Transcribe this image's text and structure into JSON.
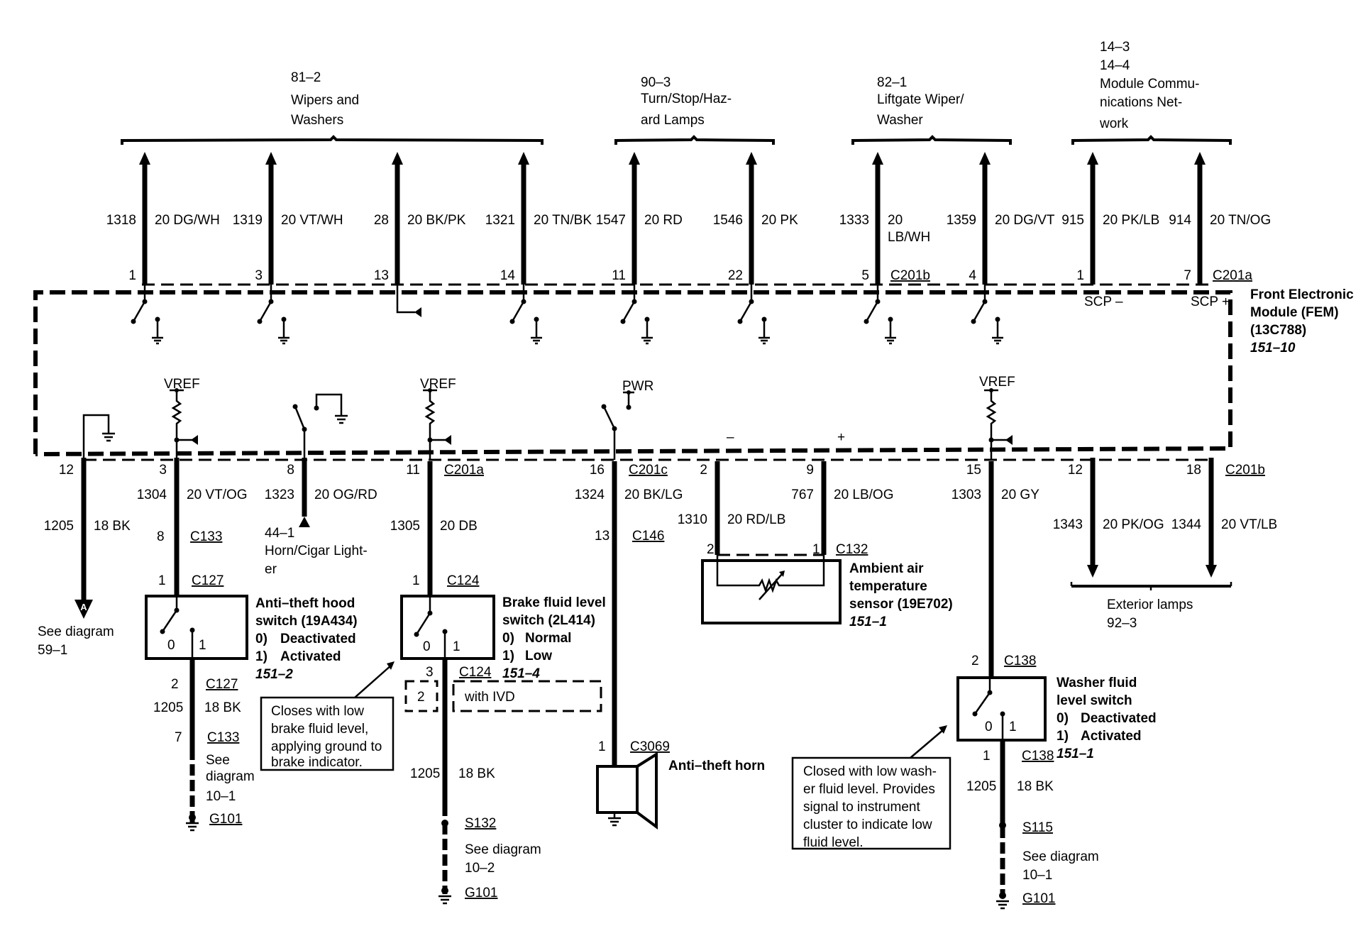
{
  "module": {
    "name_lines": [
      "Front Electronic",
      "Module (FEM)",
      "(13C788)"
    ],
    "ref": "151–10",
    "scp_minus": "SCP –",
    "scp_plus": "SCP +"
  },
  "top_groups": [
    {
      "id": "g1",
      "lines": [
        "81–2",
        "Wipers and",
        "Washers"
      ]
    },
    {
      "id": "g2",
      "lines": [
        "90–3",
        "Turn/Stop/Haz-",
        "ard Lamps"
      ]
    },
    {
      "id": "g3",
      "lines": [
        "82–1",
        "Liftgate Wiper/",
        "Washer"
      ]
    },
    {
      "id": "g4",
      "lines": [
        "14–3",
        "14–4",
        "Module Commu-",
        "nications Net-",
        "work"
      ]
    }
  ],
  "top_wires": [
    {
      "pin": "1",
      "circuit": "1318",
      "gauge_color": "20 DG/WH",
      "connector": ""
    },
    {
      "pin": "3",
      "circuit": "1319",
      "gauge_color": "20 VT/WH",
      "connector": ""
    },
    {
      "pin": "13",
      "circuit": "28",
      "gauge_color": "20 BK/PK",
      "connector": ""
    },
    {
      "pin": "14",
      "circuit": "1321",
      "gauge_color": "20 TN/BK",
      "connector": ""
    },
    {
      "pin": "11",
      "circuit": "1547",
      "gauge_color": "20 RD",
      "connector": ""
    },
    {
      "pin": "22",
      "circuit": "1546",
      "gauge_color": "20 PK",
      "connector": ""
    },
    {
      "pin": "5",
      "circuit": "1333",
      "gauge_color": "20",
      "gauge_color_2": "LB/WH",
      "connector": "C201b"
    },
    {
      "pin": "4",
      "circuit": "1359",
      "gauge_color": "20 DG/VT",
      "connector": ""
    },
    {
      "pin": "1",
      "circuit": "915",
      "gauge_color": "20 PK/LB",
      "connector": ""
    },
    {
      "pin": "7",
      "circuit": "914",
      "gauge_color": "20 TN/OG",
      "connector": "C201a"
    }
  ],
  "internal_labels": {
    "vref": "VREF",
    "pwr": "PWR",
    "minus": "–",
    "plus": "+"
  },
  "bottom_wires": [
    {
      "id": "w12",
      "pin": "12",
      "circuit": "1205",
      "gauge_color": "18 BK",
      "connector": ""
    },
    {
      "id": "w3",
      "pin": "3",
      "circuit": "1304",
      "gauge_color": "20 VT/OG",
      "connector": ""
    },
    {
      "id": "w8",
      "pin": "8",
      "circuit": "1323",
      "gauge_color": "20 OG/RD",
      "connector": ""
    },
    {
      "id": "w11",
      "pin": "11",
      "circuit": "1305",
      "gauge_color": "20 DB",
      "connector": "C201a"
    },
    {
      "id": "w16",
      "pin": "16",
      "circuit": "1324",
      "gauge_color": "20 BK/LG",
      "connector": "C201c"
    },
    {
      "id": "w2",
      "pin": "2",
      "circuit": "1310",
      "gauge_color": "20 RD/LB",
      "connector": ""
    },
    {
      "id": "w9",
      "pin": "9",
      "circuit": "767",
      "gauge_color": "20 LB/OG",
      "connector": ""
    },
    {
      "id": "w15",
      "pin": "15",
      "circuit": "1303",
      "gauge_color": "20 GY",
      "connector": ""
    },
    {
      "id": "w12b",
      "pin": "12",
      "circuit": "1343",
      "gauge_color": "20 PK/OG",
      "connector": ""
    },
    {
      "id": "w18",
      "pin": "18",
      "circuit": "1344",
      "gauge_color": "20 VT/LB",
      "connector": "C201b"
    }
  ],
  "offpage": {
    "a_marker": "A",
    "a_text": [
      "See diagram",
      "59–1"
    ],
    "horn_lighter": [
      "44–1",
      "Horn/Cigar Light-",
      "er"
    ],
    "exterior": [
      "Exterior lamps",
      "92–3"
    ]
  },
  "hood_switch": {
    "c133_pin": "8",
    "c133": "C133",
    "c127_pin": "1",
    "c127": "C127",
    "title": [
      "Anti–theft hood",
      "switch (19A434)"
    ],
    "states": [
      {
        "n": "0)",
        "s": "Deactivated"
      },
      {
        "n": "1)",
        "s": "Activated"
      }
    ],
    "ref": "151–2",
    "pos0": "0",
    "pos1": "1",
    "out_pin": "2",
    "out_conn": "C127",
    "out_circuit": "1205",
    "out_gc": "18 BK",
    "c133b_pin": "7",
    "c133b": "C133",
    "see": [
      "See",
      "diagram",
      "10–1"
    ],
    "ground": "G101"
  },
  "brake_switch": {
    "in_pin": "1",
    "in_conn": "C124",
    "title": [
      "Brake fluid level",
      "switch (2L414)"
    ],
    "states": [
      {
        "n": "0)",
        "s": "Normal"
      },
      {
        "n": "1)",
        "s": "Low"
      }
    ],
    "ref": "151–4",
    "pos0": "0",
    "pos1": "1",
    "out_pin": "3",
    "out_conn": "C124",
    "ivd_pin": "2",
    "ivd_text": "with IVD",
    "out_circuit": "1205",
    "out_gc": "18 BK",
    "splice": "S132",
    "see": [
      "See diagram",
      "10–2"
    ],
    "ground": "G101",
    "note": [
      "Closes with low",
      "brake fluid level,",
      "applying ground to",
      "brake indicator."
    ]
  },
  "horn": {
    "c146_pin": "13",
    "c146": "C146",
    "c3069_pin": "1",
    "c3069": "C3069",
    "title": "Anti–theft horn"
  },
  "ambient_sensor": {
    "pin2": "2",
    "pin1": "1",
    "conn": "C132",
    "title": [
      "Ambient air",
      "temperature",
      "sensor (19E702)"
    ],
    "ref": "151–1"
  },
  "washer_switch": {
    "in_pin": "2",
    "in_conn": "C138",
    "title": [
      "Washer fluid",
      "level switch"
    ],
    "states": [
      {
        "n": "0)",
        "s": "Deactivated"
      },
      {
        "n": "1)",
        "s": "Activated"
      }
    ],
    "ref": "151–1",
    "pos0": "0",
    "pos1": "1",
    "out_pin": "1",
    "out_conn": "C138",
    "out_circuit": "1205",
    "out_gc": "18 BK",
    "splice": "S115",
    "see": [
      "See diagram",
      "10–1"
    ],
    "ground": "G101",
    "note": [
      "Closed with low wash-",
      "er fluid level. Provides",
      "signal to instrument",
      "cluster to indicate low",
      "fluid level."
    ]
  }
}
